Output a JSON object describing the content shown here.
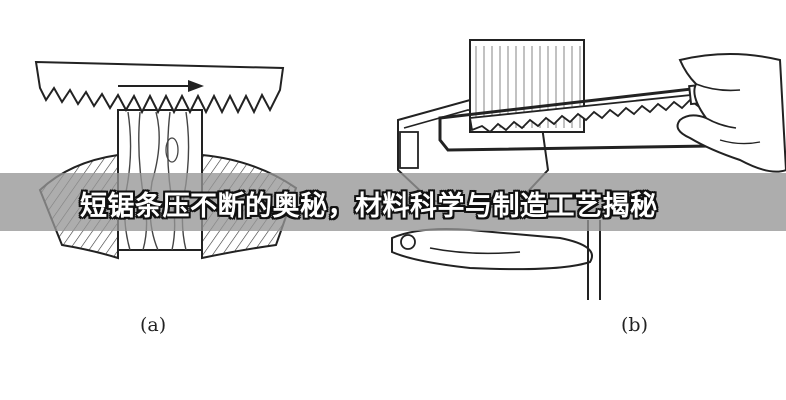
{
  "figure": {
    "caption_a": "(a)",
    "caption_b": "(b)"
  },
  "banner": {
    "title": "短锯条压不断的奥秘，材料科学与制造工艺揭秘"
  }
}
